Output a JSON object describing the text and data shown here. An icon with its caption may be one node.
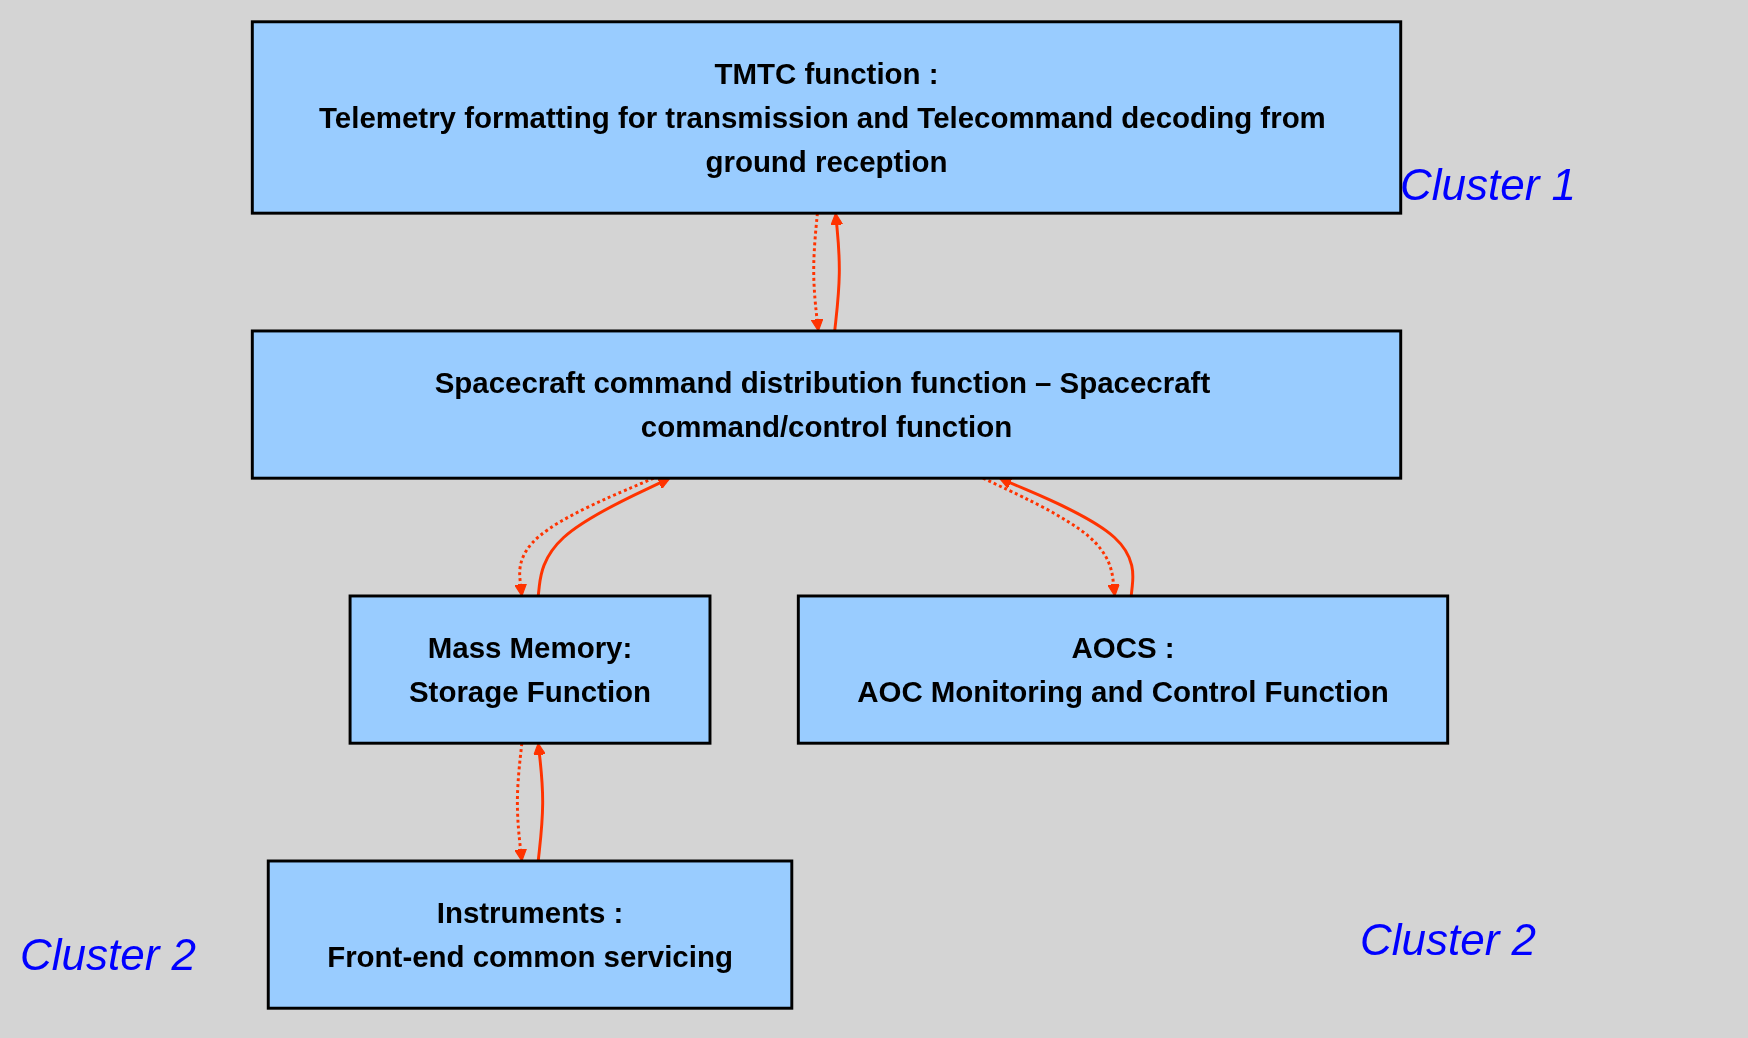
{
  "diagram": {
    "nodes": [
      {
        "text": [
          "TMTC function :",
          "Telemetry formatting for transmission and Telecommand decoding from ground reception"
        ]
      },
      {
        "text": [
          "Spacecraft command distribution function – Spacecraft command/control function"
        ]
      },
      {
        "text": [
          "Mass Memory:",
          "Storage Function"
        ]
      },
      {
        "text": [
          "AOCS :",
          "AOC Monitoring and Control Function"
        ]
      },
      {
        "text": [
          "Instruments :",
          "Front-end common servicing"
        ]
      }
    ],
    "edges": [
      {
        "from": 1,
        "to": 0,
        "arrow": "to"
      },
      {
        "from": 0,
        "to": 1,
        "arrow": "to",
        "style": "dashed"
      },
      {
        "from": 2,
        "to": 1,
        "arrow": "to"
      },
      {
        "from": 1,
        "to": 2,
        "arrow": "to",
        "style": "dashed"
      },
      {
        "from": 1,
        "to": 3,
        "arrow": "to",
        "style": "dashed"
      },
      {
        "from": 3,
        "to": 1,
        "arrow": "to"
      },
      {
        "from": 4,
        "to": 2,
        "arrow": "to"
      },
      {
        "from": 2,
        "to": 4,
        "arrow": "to",
        "style": "dashed"
      }
    ],
    "labels": [
      "Cluster 1",
      "Cluster 2",
      "Cluster 2"
    ]
  }
}
